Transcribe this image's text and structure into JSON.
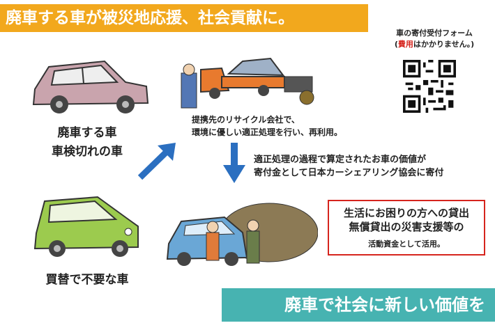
{
  "header": {
    "title": "廃車する車が被災地応援、社会貢献に。"
  },
  "qr_panel": {
    "line1": "車の寄付受付フォーム",
    "red": "費用",
    "rest": "はかかりません。"
  },
  "labels": {
    "scrap_car": "廃車する車",
    "inspection_expired": "車検切れの車",
    "replace_car": "買替で不要な車"
  },
  "recycle_text": {
    "line1": "提携先のリサイクル会社で、",
    "line2": "環境に優しい適正処理を行い、再利用。"
  },
  "donation_text": {
    "line1": "適正処理の過程で算定されたお車の価値が",
    "line2": "寄付金として日本カーシェアリング協会に寄付"
  },
  "support_box": {
    "line1": "生活にお困りの方への貸出",
    "line2": "無償貸出の災害支援等の",
    "line3": "活動資金として活用。"
  },
  "footer": {
    "tagline": "廃車で社会に新しい価値を"
  },
  "colors": {
    "orange": "#f2a81d",
    "teal": "#47b3b1",
    "red": "#d6241d",
    "blue_arrow": "#2b6fc0"
  }
}
